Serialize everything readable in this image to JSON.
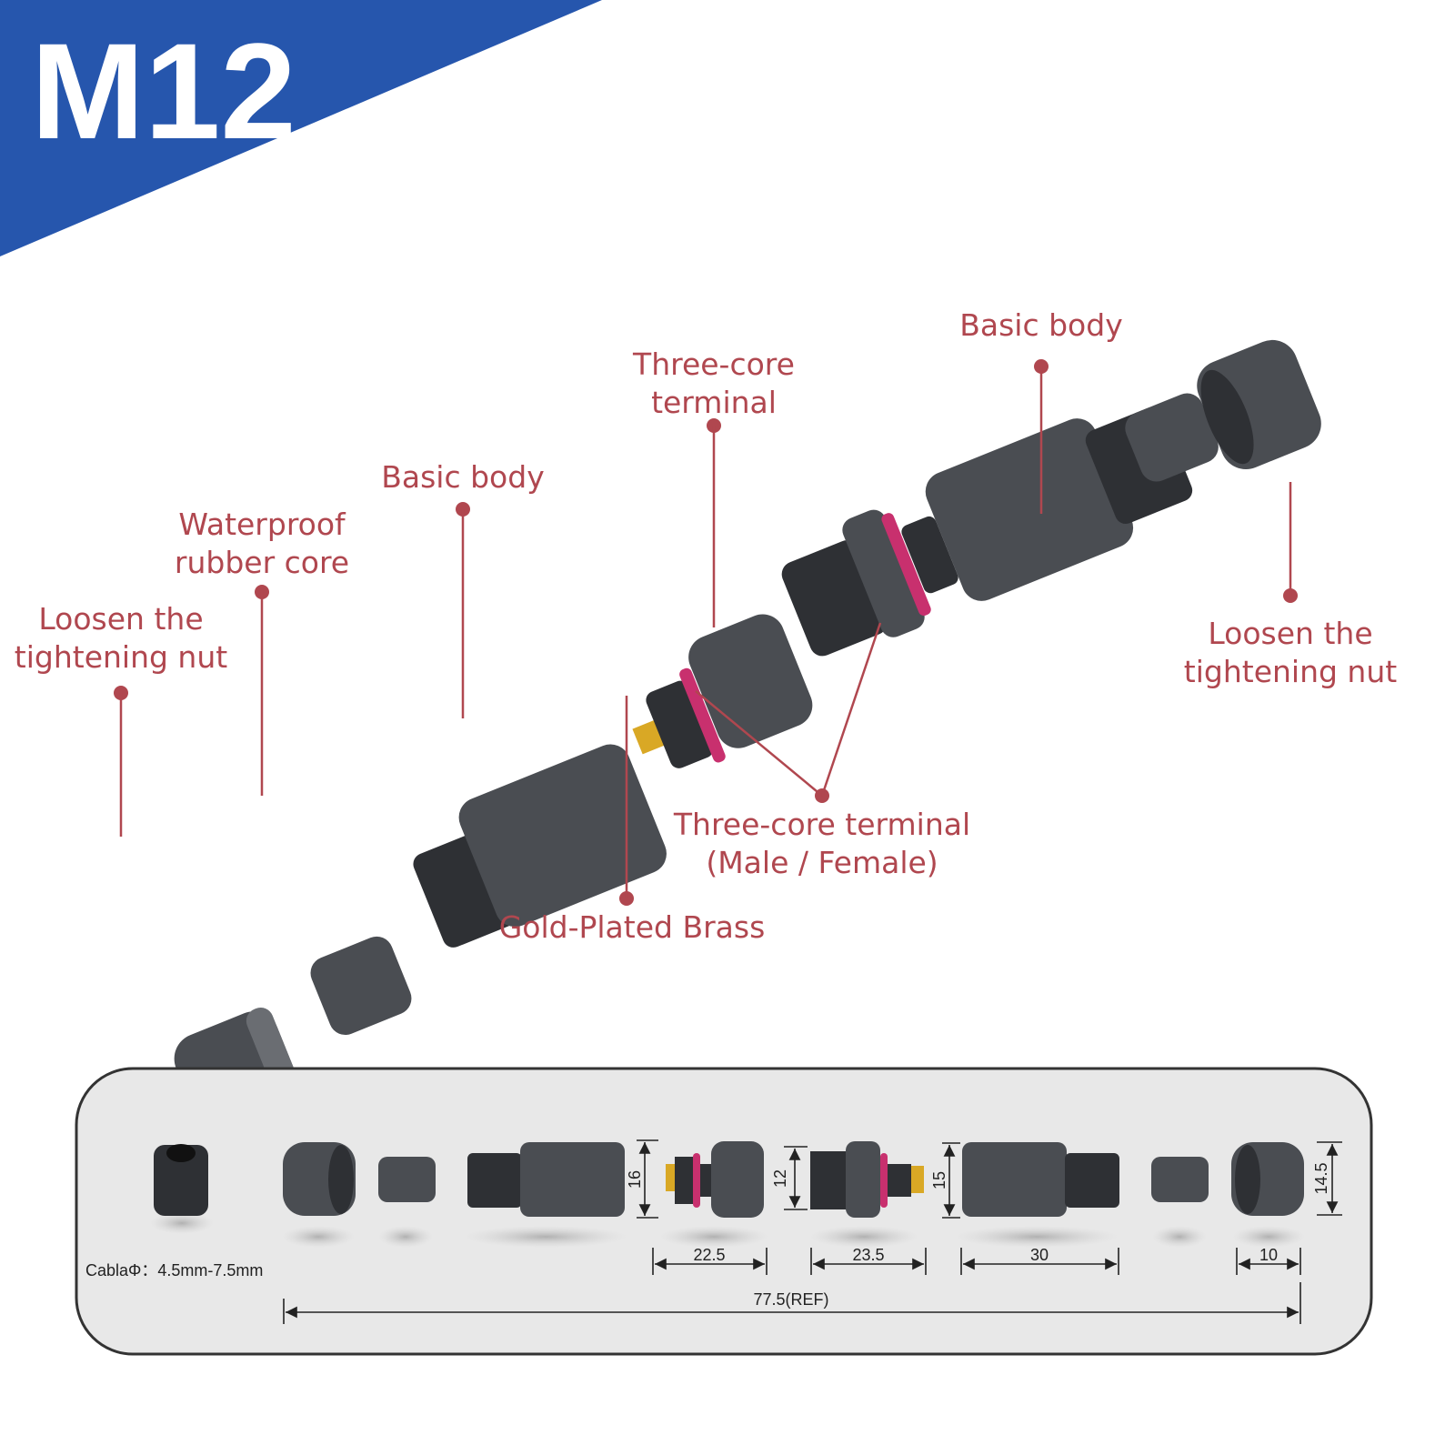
{
  "title": "M12",
  "colors": {
    "banner": "#2656ad",
    "label": "#b0474f",
    "panel_bg": "#e8e8e8",
    "o_ring": "#c8306e",
    "gold": "#d9a825"
  },
  "callouts": {
    "nut_left": [
      "Loosen the",
      "tightening nut"
    ],
    "rubber_core": [
      "Waterproof",
      "rubber core"
    ],
    "body_left": [
      "Basic body"
    ],
    "terminal_top": [
      "Three-core",
      "terminal"
    ],
    "body_right": [
      "Basic body"
    ],
    "nut_right": [
      "Loosen the",
      "tightening nut"
    ],
    "terminal_pair": [
      "Three-core terminal",
      "(Male / Female)"
    ],
    "gold": [
      "Gold-Plated Brass"
    ]
  },
  "dimensions": {
    "cable": "CablaΦ：4.5mm-7.5mm",
    "h16": "16",
    "h12": "12",
    "h15": "15",
    "h14_5": "14.5",
    "w22_5": "22.5",
    "w23_5": "23.5",
    "w30": "30",
    "w10": "10",
    "total": "77.5(REF)"
  }
}
